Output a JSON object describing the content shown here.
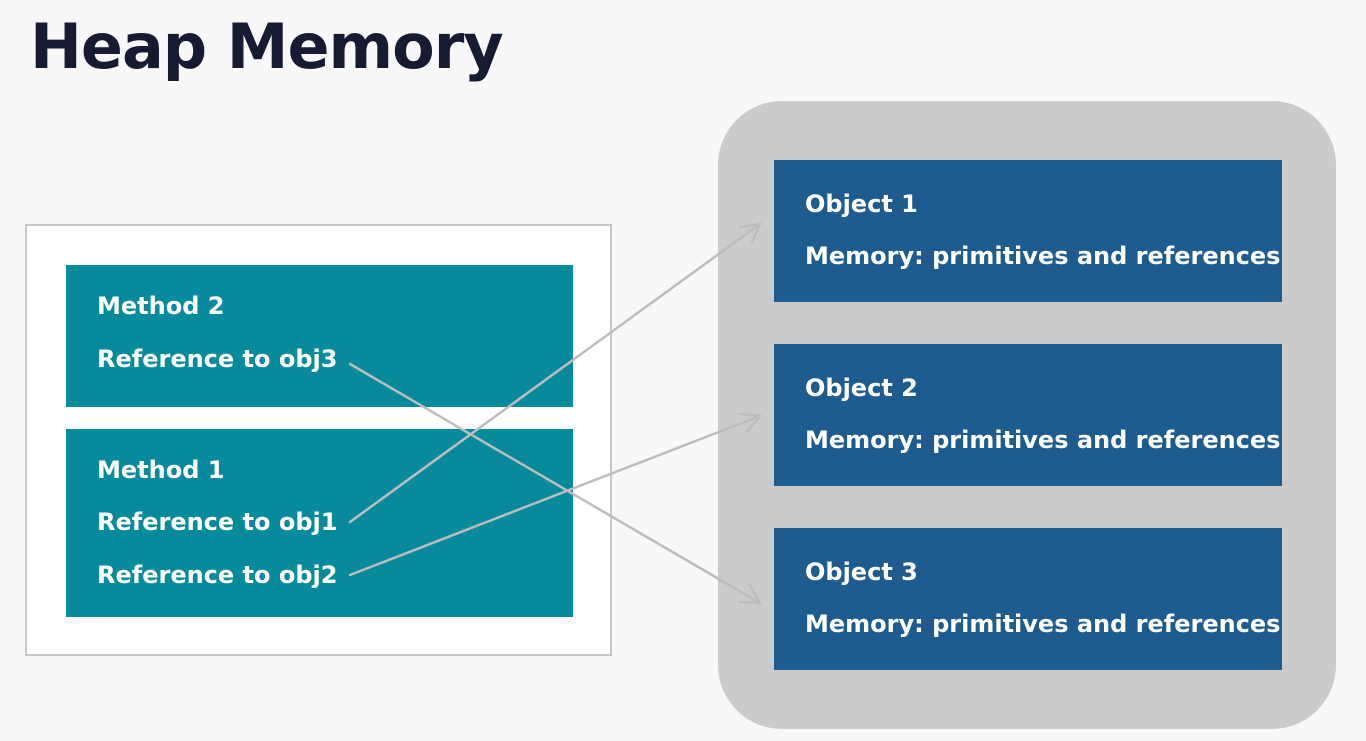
{
  "title": "Heap Memory",
  "stack": {
    "methods": [
      {
        "name": "Method 2",
        "references": [
          "Reference to obj3"
        ]
      },
      {
        "name": "Method 1",
        "references": [
          "Reference to obj1",
          "Reference to obj2"
        ]
      }
    ]
  },
  "heap": {
    "objects": [
      {
        "name": "Object 1",
        "memory": "Memory: primitives and references"
      },
      {
        "name": "Object 2",
        "memory": "Memory: primitives and references"
      },
      {
        "name": "Object 3",
        "memory": "Memory: primitives and references"
      }
    ]
  },
  "colors": {
    "method_box": "#078a9c",
    "object_box": "#1e5b8e",
    "heap_area": "#cbcbcb",
    "title": "#161a33",
    "arrow": "#bdbdbd"
  }
}
